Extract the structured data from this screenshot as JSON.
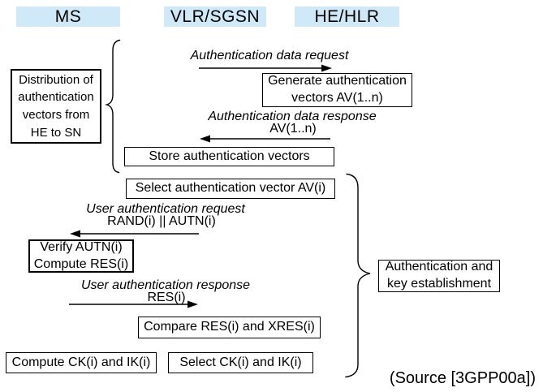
{
  "title": "UMTS authentication and key agreement sequence diagram",
  "colors": {
    "header_bg": "#cfe9f9",
    "ink": "#000000",
    "background": "#ffffff"
  },
  "headers": {
    "ms": "MS",
    "vlr_sgsn": "VLR/SGSN",
    "he_hlr": "HE/HLR"
  },
  "messages": {
    "auth_data_request": {
      "label": "Authentication data request",
      "direction": "right"
    },
    "auth_data_response": {
      "label": "Authentication data response",
      "sublabel": "AV(1..n)",
      "direction": "left"
    },
    "user_auth_request": {
      "label": "User authentication request",
      "sublabel": "RAND(i) || AUTN(i)",
      "direction": "left"
    },
    "user_auth_response": {
      "label": "User authentication response",
      "sublabel": "RES(i)",
      "direction": "right"
    }
  },
  "boxes": {
    "distribution": "Distribution of\nauthentication\nvectors from\nHE to SN",
    "generate": "Generate authentication\nvectors AV(1..n)",
    "store": "Store authentication vectors",
    "select_av": "Select authentication vector AV(i)",
    "verify": "Verify AUTN(i)\nCompute RES(i)",
    "compare": "Compare RES(i) and XRES(i)",
    "compute_ck": "Compute CK(i) and IK(i)",
    "select_ck": "Select CK(i) and IK(i)",
    "auth_key_establishment": "Authentication and\nkey establishment"
  },
  "source_note": "(Source [3GPP00a])"
}
